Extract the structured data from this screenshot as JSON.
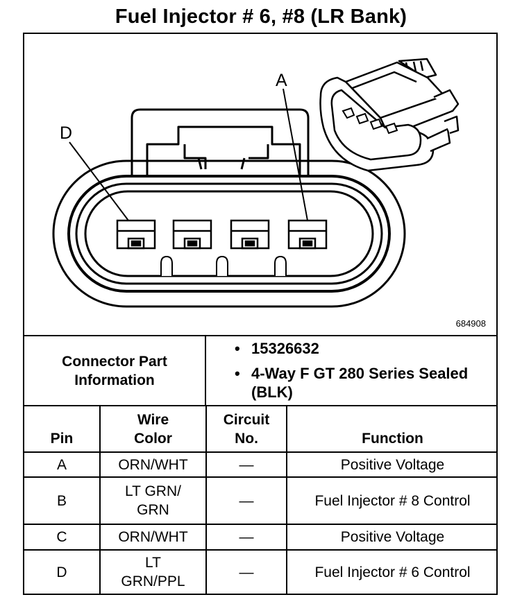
{
  "title": "Fuel Injector # 6, #8 (LR Bank)",
  "figure_number": "684908",
  "pin_labels": {
    "left": "D",
    "right": "A"
  },
  "connector_info": {
    "label": "Connector Part Information",
    "items": [
      "15326632",
      "4-Way F GT 280 Series Sealed (BLK)"
    ]
  },
  "table": {
    "headers": {
      "pin": "Pin",
      "wire_color": "Wire\nColor",
      "circuit": "Circuit\nNo.",
      "function": "Function"
    },
    "rows": [
      {
        "pin": "A",
        "wire_color": "ORN/WHT",
        "circuit": "—",
        "function": "Positive Voltage"
      },
      {
        "pin": "B",
        "wire_color": "LT GRN/\nGRN",
        "circuit": "—",
        "function": "Fuel Injector # 8 Control"
      },
      {
        "pin": "C",
        "wire_color": "ORN/WHT",
        "circuit": "—",
        "function": "Positive Voltage"
      },
      {
        "pin": "D",
        "wire_color": "LT\nGRN/PPL",
        "circuit": "—",
        "function": "Fuel Injector # 6 Control"
      }
    ]
  }
}
